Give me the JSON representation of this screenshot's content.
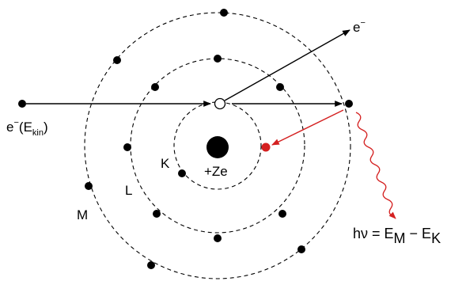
{
  "labels": {
    "shell_k": "K",
    "shell_l": "L",
    "shell_m": "M",
    "nucleus": "+Ze",
    "incoming_electron_main": "e",
    "incoming_electron_sup": "−",
    "incoming_electron_open": "(E",
    "incoming_electron_sub": "kin",
    "incoming_electron_close": ")",
    "outgoing_electron_main": "e",
    "outgoing_electron_sup": "−",
    "photon_prefix": "hν = E",
    "photon_sub_1": "M",
    "photon_mid": " − E",
    "photon_sub_2": "K"
  },
  "colors": {
    "transition": "#d42020",
    "line": "#000000"
  }
}
